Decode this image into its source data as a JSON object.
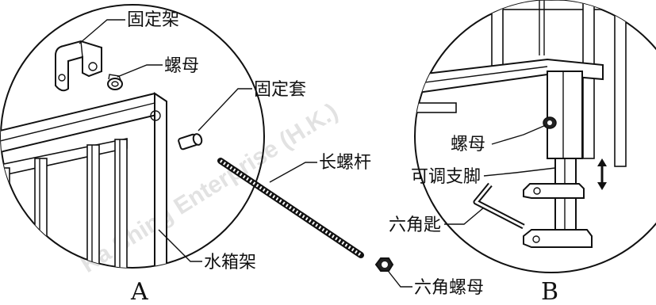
{
  "watermark": "Ka Shing Enterprise (H.K.)",
  "panels": {
    "a": {
      "letter": "A"
    },
    "b": {
      "letter": "B"
    }
  },
  "labels": {
    "fixing_bracket": "固定架",
    "nut_a": "螺母",
    "fixing_sleeve": "固定套",
    "long_screw_rod": "长螺杆",
    "tank_rack": "水箱架",
    "hex_nut": "六角螺母",
    "nut_b": "螺母",
    "adjustable_leg": "可调支脚",
    "hex_key": "六角匙"
  }
}
